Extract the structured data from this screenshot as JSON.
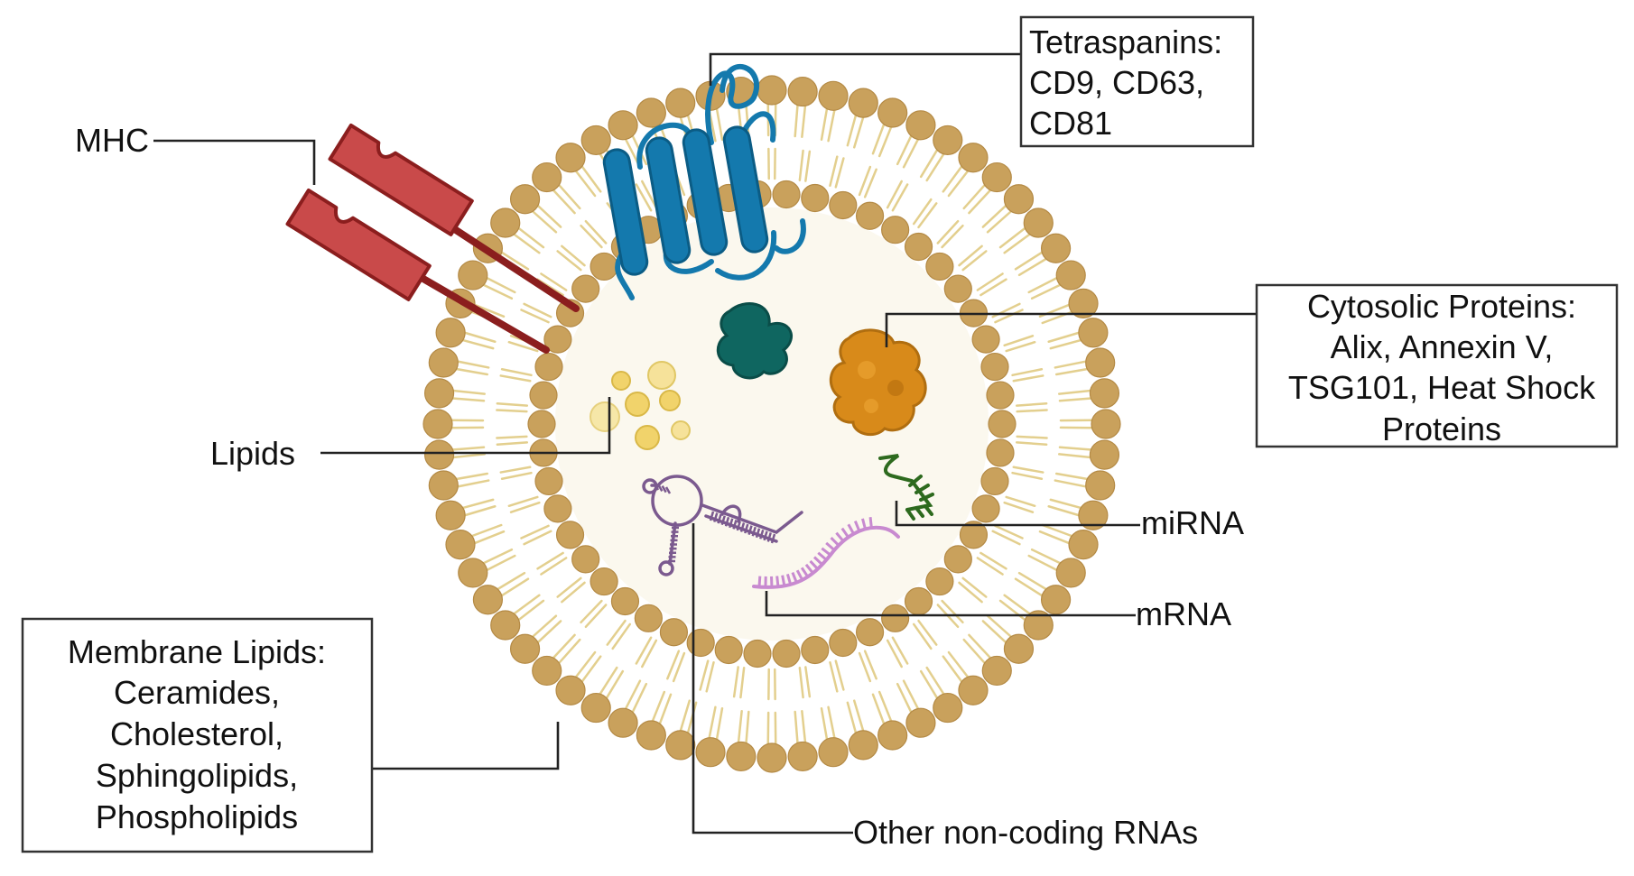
{
  "labels": {
    "mhc": "MHC",
    "lipids": "Lipids",
    "mirna": "miRNA",
    "mrna": "mRNA",
    "other_ncrna": "Other non-coding RNAs",
    "tetraspanins": [
      "Tetraspanins:",
      "CD9, CD63,",
      "CD81"
    ],
    "cytosolic": [
      "Cytosolic Proteins:",
      "Alix, Annexin V,",
      "TSG101, Heat Shock",
      "Proteins"
    ],
    "membrane_lipids": [
      "Membrane Lipids:",
      "Ceramides,",
      "Cholesterol,",
      "Sphingolipids,",
      "Phospholipids"
    ]
  },
  "colors": {
    "lipid_head": "#C9A15C",
    "lipid_tail": "#E3CF8E",
    "vesicle_core": "#FBF8EE",
    "mhc": "#C94A4A",
    "mhc_stalk": "#8B1E1E",
    "tetraspanin": "#1479AD",
    "teal_protein": "#0F6660",
    "orange_protein": "#D88A1A",
    "lipid_droplet": "#F1D36B",
    "mirna": "#2D6A1E",
    "mrna": "#C88AD0",
    "ncrna": "#7B5A8F"
  },
  "icons": [
    "mhc-icon",
    "tetraspanin-icon",
    "protein-icon",
    "lipid-droplet-icon",
    "mirna-icon",
    "mrna-icon",
    "ncrna-icon",
    "lipid-bilayer-icon"
  ]
}
